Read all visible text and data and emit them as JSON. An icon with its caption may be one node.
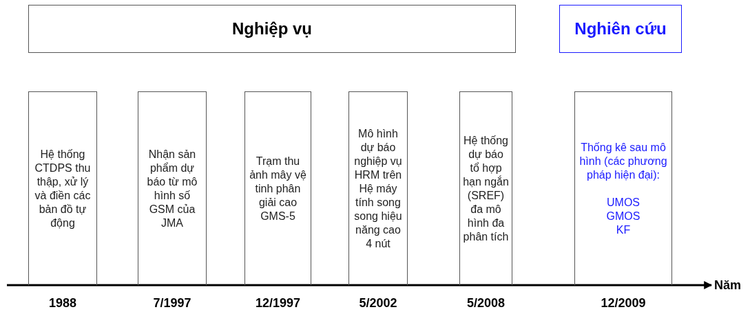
{
  "diagram": {
    "nodes": [
      {
        "text": [
          "Nghiệp vụ"
        ]
      },
      {
        "text": [
          "Nghiên cứu"
        ]
      },
      {
        "text": [
          "Hệ thống CTDPS thu thập, xử lý và điền các bản đồ tự động"
        ],
        "beside": [
          "1988"
        ]
      },
      {
        "text": [
          "Nhận sản phẩm dự báo từ mô hình số GSM của JMA"
        ],
        "beside": [
          "7/1997"
        ]
      },
      {
        "text": [
          "Trạm thu ảnh mây vệ tinh phân giải cao GMS-5"
        ],
        "beside": [
          "12/1997"
        ]
      },
      {
        "text": [
          "Mô hình dự báo nghiệp vụ HRM trên Hệ máy tính song song hiệu năng cao 4 nút"
        ],
        "beside": [
          "5/2002"
        ]
      },
      {
        "text": [
          "Hệ thống dự báo tổ hợp hạn ngắn (SREF) đa mô hình đa phân tích"
        ],
        "beside": [
          "5/2008"
        ]
      },
      {
        "text": [
          "Thống kê sau mô hình (các phương pháp hiện đại):",
          "UMOS",
          "GMOS",
          "KF"
        ],
        "beside": [
          "12/2009"
        ]
      }
    ],
    "labels": [
      "Năm"
    ]
  }
}
